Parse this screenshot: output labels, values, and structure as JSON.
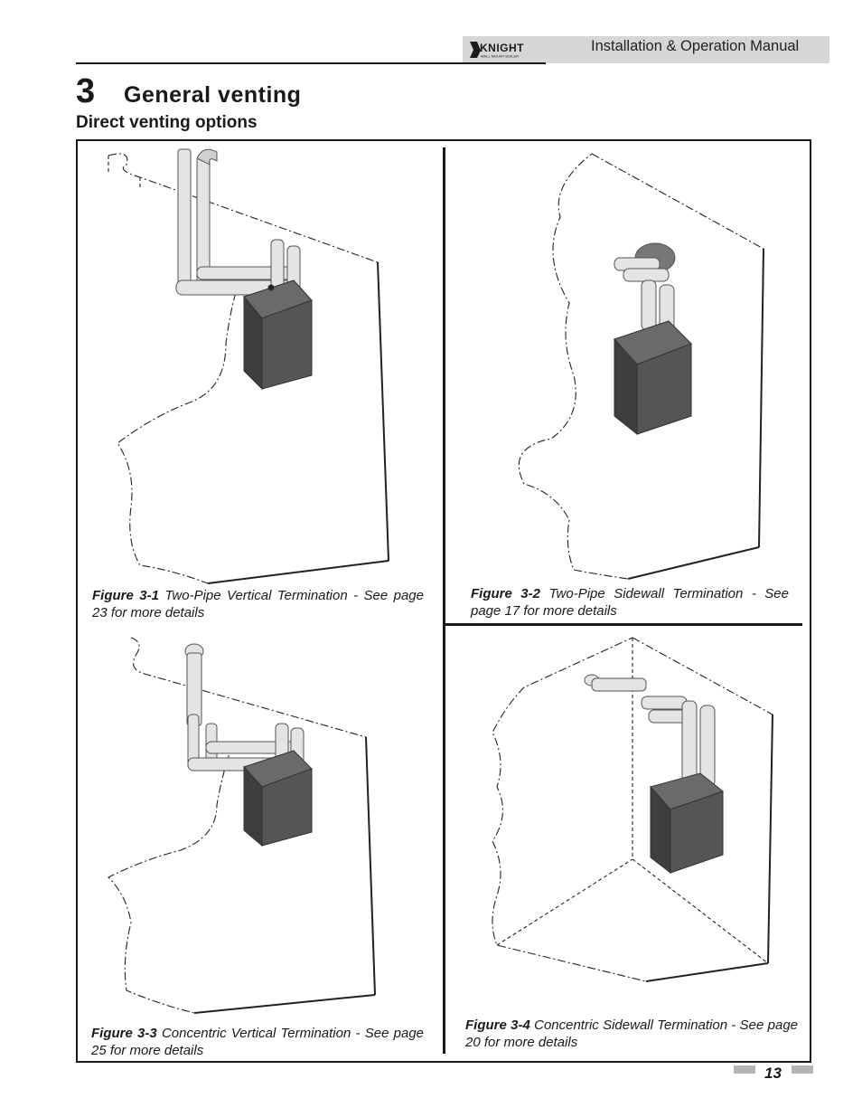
{
  "header": {
    "logo_text": "KNIGHT",
    "logo_subtext": "WALL MOUNT BOILER",
    "manual_title": "Installation & Operation Manual"
  },
  "section": {
    "number": "3",
    "title": "General  venting",
    "subtitle": "Direct venting options"
  },
  "figures": [
    {
      "label": "Figure 3-1",
      "caption": " Two-Pipe Vertical Termination - See page 23 for more details"
    },
    {
      "label": "Figure 3-2",
      "caption": " Two-Pipe Sidewall Termination - See page 17 for more details"
    },
    {
      "label": "Figure 3-3",
      "caption": " Concentric Vertical Termination - See page 25 for more details"
    },
    {
      "label": "Figure 3-4",
      "caption": " Concentric Sidewall Termination - See page 20 for more details"
    }
  ],
  "footer": {
    "page_number": "13"
  }
}
